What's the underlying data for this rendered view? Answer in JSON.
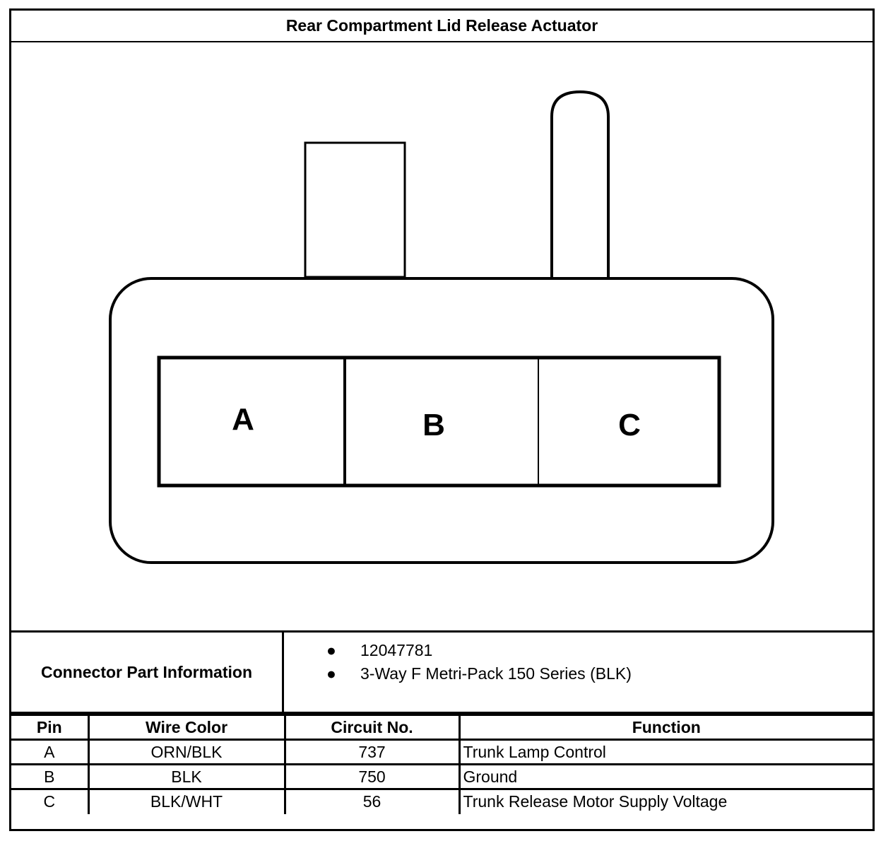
{
  "title": "Rear Compartment Lid Release Actuator",
  "connector_pins": [
    "A",
    "B",
    "C"
  ],
  "connector_part_info": {
    "label": "Connector Part Information",
    "items": [
      "12047781",
      "3-Way F Metri-Pack 150 Series (BLK)"
    ]
  },
  "pin_table": {
    "headers": [
      "Pin",
      "Wire Color",
      "Circuit No.",
      "Function"
    ],
    "rows": [
      {
        "pin": "A",
        "wire_color": "ORN/BLK",
        "circuit": "737",
        "function": "Trunk Lamp Control"
      },
      {
        "pin": "B",
        "wire_color": "BLK",
        "circuit": "750",
        "function": "Ground"
      },
      {
        "pin": "C",
        "wire_color": "BLK/WHT",
        "circuit": "56",
        "function": "Trunk Release Motor Supply Voltage"
      }
    ]
  }
}
